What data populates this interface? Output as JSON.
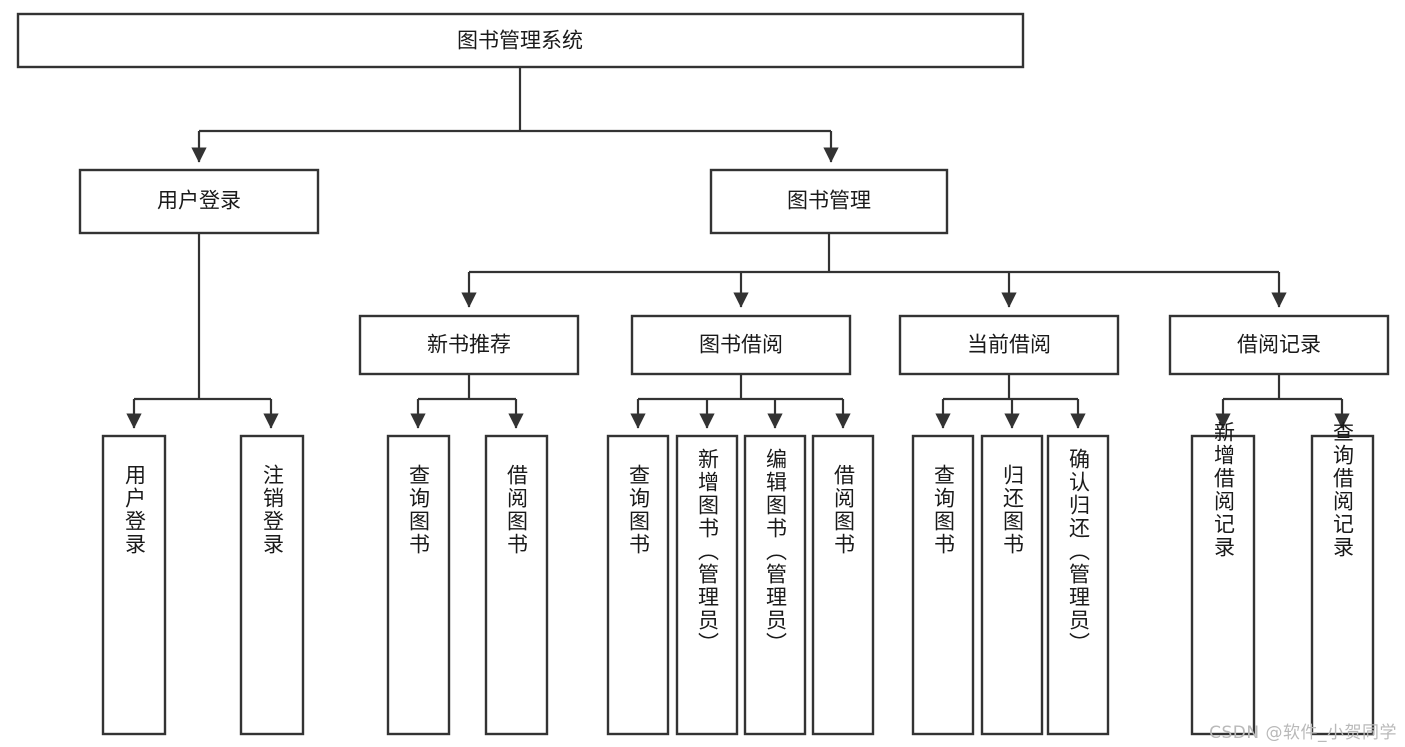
{
  "diagram": {
    "title": "图书管理系统",
    "watermark": "CSDN @软件_小贺同学",
    "colors": {
      "stroke": "#333333",
      "fill": "#ffffff",
      "text": "#1a1a1a",
      "watermark": "#b9b9b9"
    },
    "nodes": {
      "root": {
        "label": "图书管理系统"
      },
      "level1": [
        {
          "label": "用户登录"
        },
        {
          "label": "图书管理"
        }
      ],
      "level2": [
        {
          "label": "新书推荐"
        },
        {
          "label": "图书借阅"
        },
        {
          "label": "当前借阅"
        },
        {
          "label": "借阅记录"
        }
      ],
      "leaves": {
        "user_login": [
          {
            "label": "用户登录"
          },
          {
            "label": "注销登录"
          }
        ],
        "new_book": [
          {
            "label": "查询图书"
          },
          {
            "label": "借阅图书"
          }
        ],
        "book_borrow": [
          {
            "label": "查询图书"
          },
          {
            "label": "新增图书（管理员）"
          },
          {
            "label": "编辑图书（管理员）"
          },
          {
            "label": "借阅图书"
          }
        ],
        "current_borrow": [
          {
            "label": "查询图书"
          },
          {
            "label": "归还图书"
          },
          {
            "label": "确认归还（管理员）"
          }
        ],
        "borrow_record": [
          {
            "label": "新增借阅记录"
          },
          {
            "label": "查询借阅记录"
          }
        ]
      }
    }
  }
}
